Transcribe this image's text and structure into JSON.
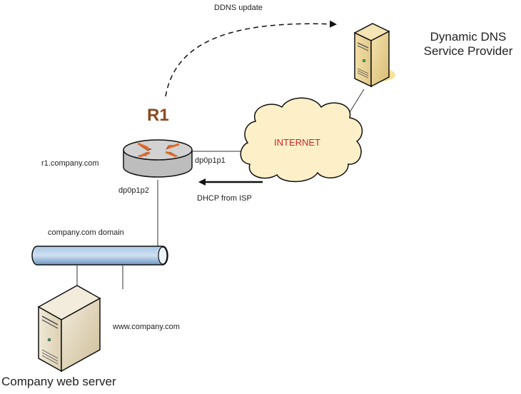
{
  "diagram": {
    "router": {
      "name": "R1",
      "hostname": "r1.company.com",
      "interface_wan": "dp0p1p1",
      "interface_lan": "dp0p1p2"
    },
    "cloud": {
      "label": "INTERNET"
    },
    "ddns_provider": {
      "label_line1": "Dynamic DNS",
      "label_line2": "Service Provider"
    },
    "flows": {
      "ddns_update": "DDNS update",
      "dhcp": "DHCP from ISP"
    },
    "lan": {
      "label": "company.com domain"
    },
    "web_server": {
      "hostname": "www.company.com",
      "label": "Company web server"
    },
    "colors": {
      "router_label": "#8a4a22",
      "internet_text": "#c8262a",
      "cloud_fill": "#fdf0c8",
      "server_fill": "#e8d29a",
      "web_server_fill": "#e6dcc4",
      "bus_fill": "#8fb4d8",
      "router_arrows": "#e06a2a"
    }
  }
}
